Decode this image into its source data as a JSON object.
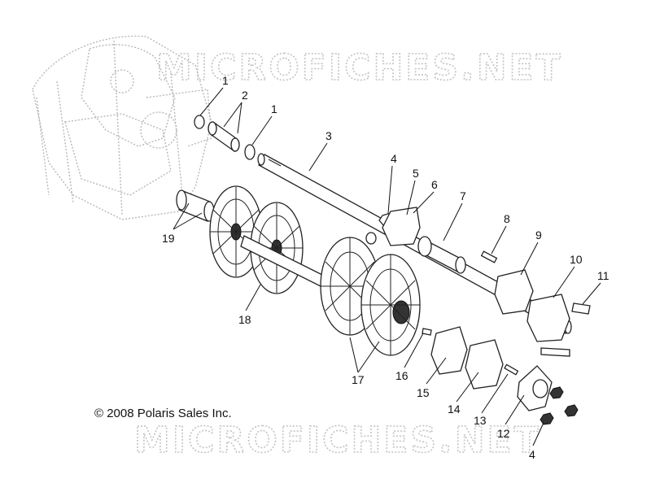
{
  "watermark": {
    "text": "MICROFICHES.NET"
  },
  "copyright": "© 2008 Polaris Sales Inc.",
  "callouts": {
    "c1a": "1",
    "c2": "2",
    "c1b": "1",
    "c3": "3",
    "c4a": "4",
    "c5": "5",
    "c6": "6",
    "c7": "7",
    "c8": "8",
    "c9": "9",
    "c10": "10",
    "c11": "11",
    "c19": "19",
    "c18": "18",
    "c17": "17",
    "c16": "16",
    "c15": "15",
    "c14": "14",
    "c13": "13",
    "c12": "12",
    "c4b": "4"
  }
}
